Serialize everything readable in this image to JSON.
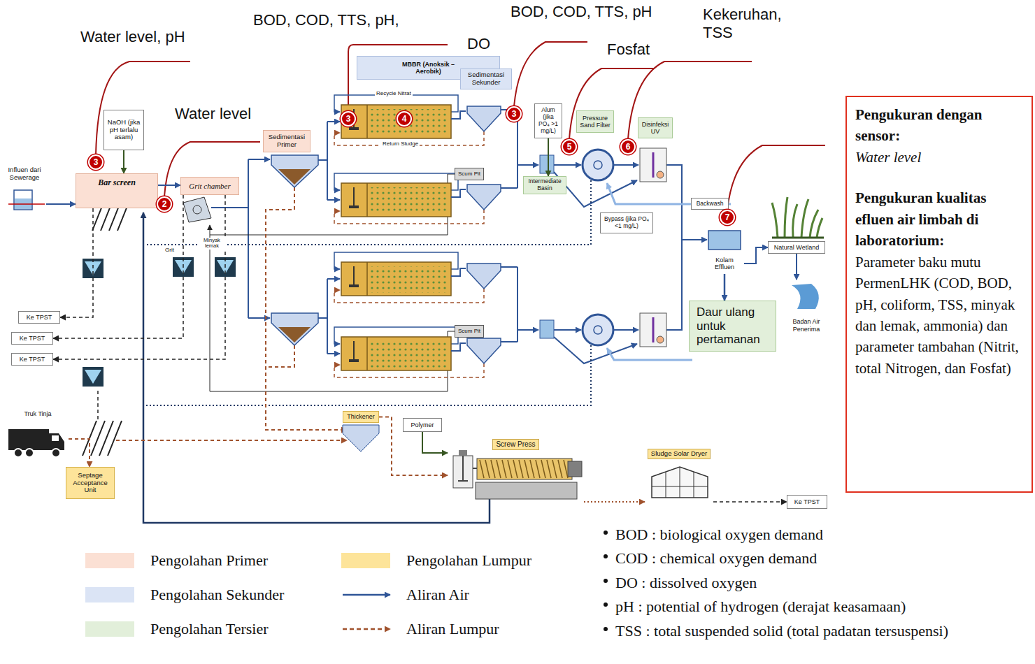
{
  "diagram": {
    "nodes": [
      {
        "text": [
          "MBBR (Anoksik – Aerobik)"
        ]
      },
      {
        "text": [
          "Sedimentasi Sekunder"
        ]
      },
      {
        "text": [
          "NaOH (jika pH terlalu asam)"
        ]
      },
      {
        "text": [
          "3"
        ]
      },
      {
        "text": [
          "Influen dari Sewerage"
        ]
      },
      {
        "text": [
          "Bar screen"
        ]
      },
      {
        "text": [
          "Grit chamber"
        ]
      },
      {
        "text": [
          "2"
        ]
      },
      {
        "text": [
          "Sedimentasi Primer"
        ]
      },
      {
        "text": [
          "3"
        ]
      },
      {
        "text": [
          "4"
        ]
      },
      {
        "text": [
          "3"
        ]
      },
      {
        "text": [
          "Alum (jika PO₄ >1 mg/L)"
        ]
      },
      {
        "text": [
          "5"
        ]
      },
      {
        "text": [
          "Pressure Sand Filter"
        ]
      },
      {
        "text": [
          "6"
        ]
      },
      {
        "text": [
          "Disinfeksi UV"
        ]
      },
      {
        "text": [
          "Pengukuran dengan sensor:",
          "Water level",
          "Pengukuran kualitas efluen air limbah di laboratorium:",
          "Parameter baku mutu PermenLHK (COD, BOD, pH, coliform, TSS, minyak dan lemak, ammonia) dan parameter tambahan (Nitrit, total Nitrogen, dan Fosfat)"
        ]
      },
      {
        "text": [
          "Intermediate Basin"
        ]
      },
      {
        "text": [
          "Scum Pit"
        ]
      },
      {
        "text": [
          "Bypass (jika PO₄ <1 mg/L)"
        ]
      },
      {
        "text": [
          "Backwash"
        ]
      },
      {
        "text": [
          "7"
        ]
      },
      {
        "text": [
          "Kolam Effluen"
        ]
      },
      {
        "text": [
          "Natural Wetland"
        ]
      },
      {
        "text": [
          "Ke TPST"
        ]
      },
      {
        "text": [
          "Ke TPST"
        ]
      },
      {
        "text": [
          "Ke TPST"
        ]
      },
      {
        "text": [
          "Daur ulang untuk pertamanan"
        ]
      },
      {
        "text": [
          "Badan Air Penerima"
        ]
      },
      {
        "text": [
          "Scum Pit"
        ]
      },
      {
        "text": [
          "Truk Tinja"
        ]
      },
      {
        "text": [
          "Thickener"
        ]
      },
      {
        "text": [
          "Polymer"
        ]
      },
      {
        "text": [
          "Screw Press"
        ]
      },
      {
        "text": [
          "Septage Acceptance Unit"
        ]
      },
      {
        "text": [
          "Sludge Solar Dryer"
        ]
      },
      {
        "text": [
          "Ke TPST"
        ]
      }
    ],
    "edges": [
      {
        "from": 4,
        "to": 5,
        "arrow": "to"
      },
      {
        "from": 2,
        "to": 5,
        "arrow": "to"
      },
      {
        "from": 5,
        "to": 6,
        "arrow": "to"
      },
      {
        "from": 5,
        "to": 25,
        "arrow": "to"
      },
      {
        "from": 6,
        "to": 26,
        "arrow": "to"
      },
      {
        "from": 6,
        "to": 27,
        "arrow": "to"
      },
      {
        "from": 12,
        "to": 18,
        "arrow": "to"
      },
      {
        "from": 23,
        "to": 24,
        "arrow": "to"
      },
      {
        "from": 24,
        "to": 29,
        "arrow": "to"
      },
      {
        "from": 23,
        "to": 28,
        "arrow": "to"
      },
      {
        "from": 31,
        "to": 35,
        "arrow": "to"
      },
      {
        "from": 32,
        "to": 34,
        "arrow": "to"
      },
      {
        "from": 33,
        "to": 34,
        "arrow": "to"
      },
      {
        "from": 34,
        "to": 36,
        "arrow": "to"
      },
      {
        "from": 36,
        "to": 37,
        "arrow": "to"
      }
    ],
    "labels": [
      "Water level, pH",
      "BOD, COD, TTS, pH,",
      "BOD, COD, TTS, pH",
      "Kekeruhan, TSS",
      "DO",
      "Fosfat",
      "Water level",
      "Recycle Nitrat",
      "Return Sludge",
      "Grit",
      "Minyak lemak",
      "BOD : biological oxygen demand",
      "COD : chemical oxygen demand",
      "DO : dissolved oxygen",
      "pH : potential of hydrogen (derajat keasamaan)",
      "TSS : total suspended solid (total padatan tersuspensi)"
    ],
    "legend": [
      {
        "text": "Pengolahan Primer",
        "color": "#fbe0d4"
      },
      {
        "text": "Pengolahan Sekunder",
        "color": "#dbe4f5"
      },
      {
        "text": "Pengolahan Tersier",
        "color": "#e2efda"
      },
      {
        "text": "Pengolahan Lumpur",
        "color": "#fde49a"
      },
      {
        "text": "Aliran Air"
      },
      {
        "text": "Aliran Lumpur"
      }
    ]
  }
}
